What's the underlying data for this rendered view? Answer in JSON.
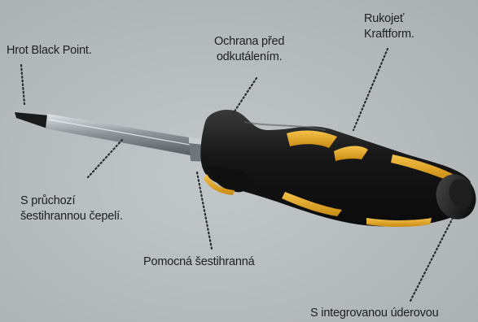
{
  "labels": {
    "tip": "Hrot Black Point.",
    "roll_guard": [
      "Ochrana před",
      "odkutálením."
    ],
    "handle": [
      "Rukojeť",
      "Kraftform."
    ],
    "blade": [
      "S průchozí",
      "šestihrannou čepelí."
    ],
    "hex_bolster": "Pomocná šestihranná",
    "striking_cap": "S integrovanou úderovou"
  },
  "colors": {
    "background": "#b7bcbe",
    "handle_black": "#1c1c1c",
    "handle_yellow": "#e0a31f",
    "blade_steel": "#8e959a"
  }
}
